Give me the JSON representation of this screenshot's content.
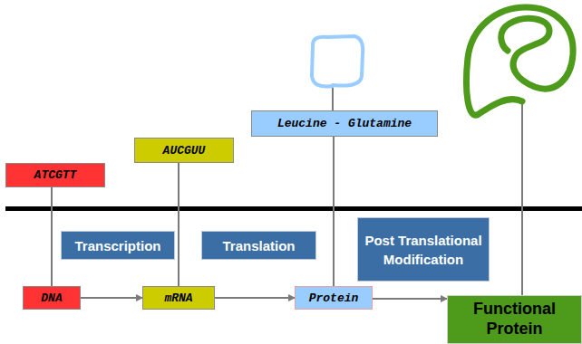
{
  "diagram": {
    "nodes": [
      {
        "text": [
          "ATCGTT"
        ]
      },
      {
        "text": [
          "AUCGUU"
        ]
      },
      {
        "text": [
          "Leucine - Glutamine"
        ]
      },
      {
        "text": [
          "Transcription"
        ]
      },
      {
        "text": [
          "Translation"
        ]
      },
      {
        "text": [
          "Post Translational Modification"
        ]
      },
      {
        "text": [
          "DNA"
        ]
      },
      {
        "text": [
          "mRNA"
        ]
      },
      {
        "text": [
          "Protein"
        ]
      },
      {
        "text": [
          "Functional Protein"
        ]
      }
    ],
    "edges": [
      {
        "from": 0,
        "to": 6,
        "arrow": "none"
      },
      {
        "from": 1,
        "to": 7,
        "arrow": "none"
      },
      {
        "from": 2,
        "to": 8,
        "arrow": "none"
      },
      {
        "from": 6,
        "to": 7,
        "arrow": "to"
      },
      {
        "from": 7,
        "to": 8,
        "arrow": "to"
      },
      {
        "from": 8,
        "to": 9,
        "arrow": "to"
      }
    ]
  }
}
